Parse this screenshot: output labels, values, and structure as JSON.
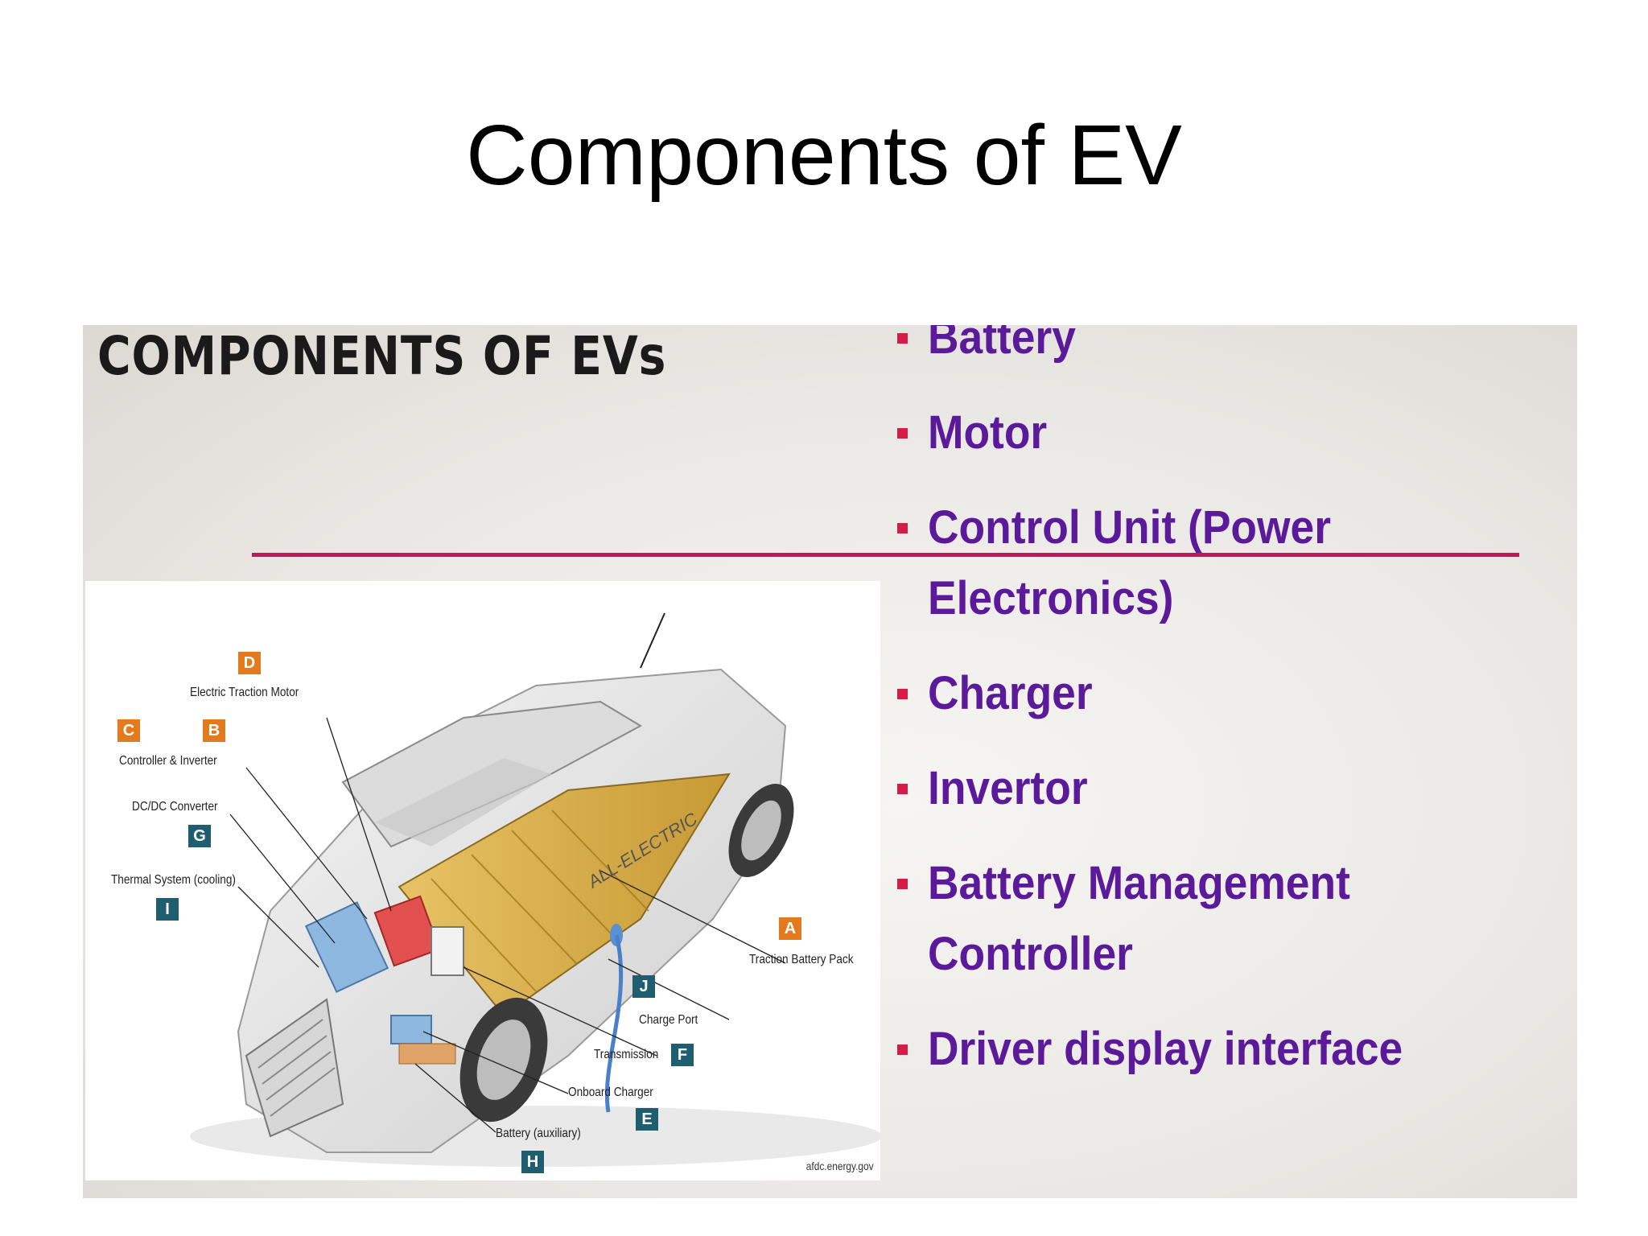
{
  "slide": {
    "title": "Components of EV"
  },
  "embedded_slide": {
    "heading": "COMPONENTS OF EVs",
    "bullets": [
      "Battery",
      "Motor",
      "Control Unit (Power",
      "Electronics)",
      "Charger",
      "Invertor",
      "Battery Management",
      "Controller",
      "Driver display interface"
    ],
    "colors": {
      "bullet_text": "#5b1a9a",
      "bullet_marker": "#d51c47",
      "rule": "#c0185a"
    }
  },
  "diagram": {
    "labels": {
      "electric_traction_motor": "Electric Traction Motor",
      "controller_inverter": "Controller & Inverter",
      "dcdc_converter": "DC/DC Converter",
      "thermal_system": "Thermal System (cooling)",
      "traction_battery_pack": "Traction Battery Pack",
      "charge_port": "Charge Port",
      "transmission": "Transmission",
      "onboard_charger": "Onboard Charger",
      "battery_auxiliary": "Battery (auxiliary)",
      "car_text": "ALL-ELECTRIC"
    },
    "tags": {
      "a": "A",
      "b": "B",
      "c": "C",
      "d": "D",
      "e": "E",
      "f": "F",
      "g": "G",
      "h": "H",
      "i": "I",
      "j": "J"
    },
    "source": "afdc.energy.gov"
  }
}
